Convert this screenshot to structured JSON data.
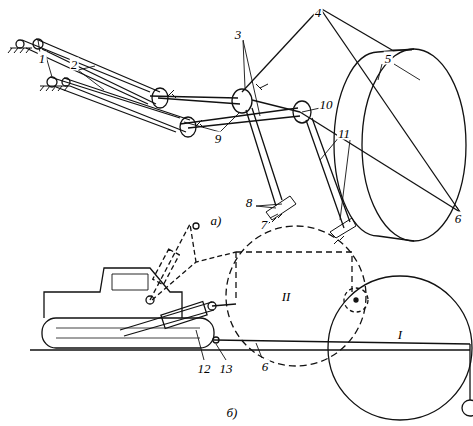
{
  "diagram": {
    "labels": [
      "1",
      "2",
      "3",
      "4",
      "5",
      "6",
      "7",
      "8",
      "9",
      "10",
      "11",
      "а)",
      "12",
      "13",
      "6",
      "I",
      "II",
      "б)"
    ]
  }
}
